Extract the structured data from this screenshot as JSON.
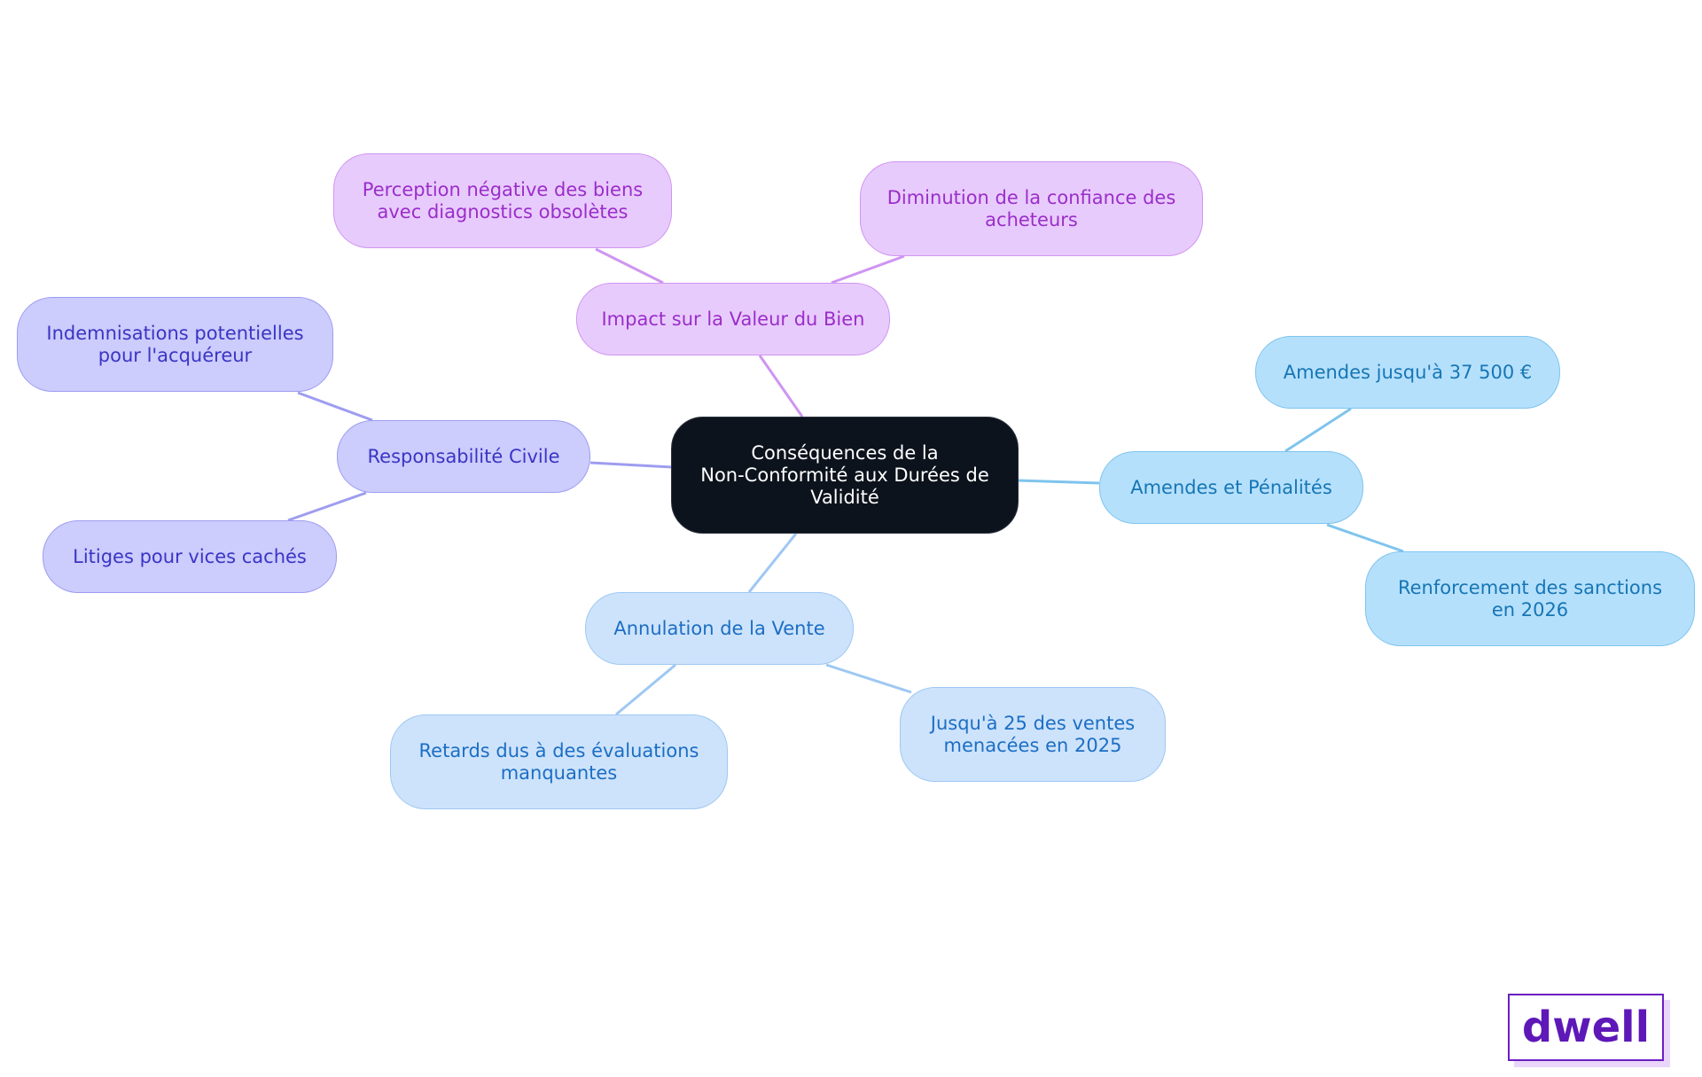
{
  "mindmap": {
    "root": {
      "label": "Conséquences de la\nNon-Conformité aux Durées de\nValidité"
    },
    "branches": {
      "impact": {
        "label": "Impact sur la Valeur du Bien",
        "color": "#cf95f1",
        "children": {
          "perception": "Perception négative des biens\navec diagnostics obsolètes",
          "confiance": "Diminution de la confiance des\nacheteurs"
        }
      },
      "responsabilite": {
        "label": "Responsabilité Civile",
        "color": "#9e9df0",
        "children": {
          "indemnisations": "Indemnisations potentielles\npour l'acquéreur",
          "litiges": "Litiges pour vices cachés"
        }
      },
      "amendes": {
        "label": "Amendes et Pénalités",
        "color": "#7ec4ee",
        "children": {
          "montant": "Amendes jusqu'à 37 500 €",
          "renforcement": "Renforcement des sanctions\nen 2026"
        }
      },
      "annulation": {
        "label": "Annulation de la Vente",
        "color": "#9ec8f3",
        "children": {
          "retards": "Retards dus à des évaluations\nmanquantes",
          "ventes": "Jusqu'à 25 des ventes\nmenacées en 2025"
        }
      }
    }
  },
  "logo": {
    "text": "dwell"
  }
}
